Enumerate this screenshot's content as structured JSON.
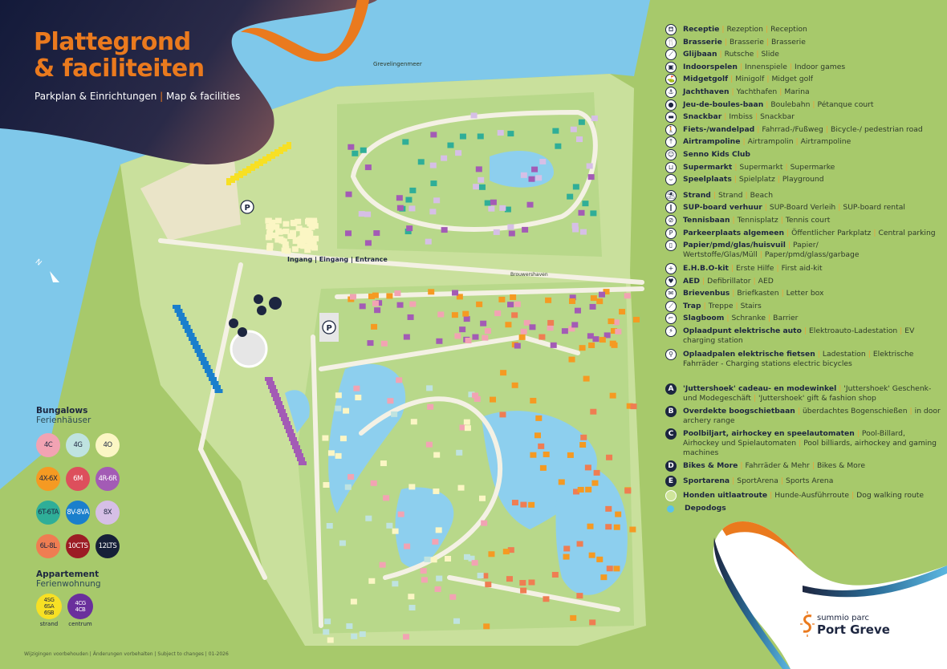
{
  "header": {
    "title_line1": "Plattegrond",
    "title_line2": "& faciliteiten",
    "subtitle_de": "Parkplan & Einrichtungen",
    "subtitle_en": "Map & facilities"
  },
  "colors": {
    "water": "#7fc8ea",
    "land": "#a7c96b",
    "park": "#c9e09c",
    "navy": "#1d2640",
    "orange": "#ea7a1e",
    "lake": "#8dcfee"
  },
  "map_labels": {
    "lake": "Grevelingenmeer",
    "entrance": "Ingang | Eingang | Entrance",
    "direction": "Brouwershaven"
  },
  "facilities": [
    {
      "icon": "reception-icon",
      "glyph": "⛾",
      "nl": "Receptie",
      "de": "Rezeption",
      "en": "Reception"
    },
    {
      "icon": "cutlery-icon",
      "glyph": "🍴",
      "nl": "Brasserie",
      "de": "Brasserie",
      "en": "Brasserie"
    },
    {
      "icon": "slide-icon",
      "glyph": "⟋",
      "nl": "Glijbaan",
      "de": "Rutsche",
      "en": "Slide"
    },
    {
      "icon": "indoor-games-icon",
      "glyph": "▣",
      "nl": "Indoorspelen",
      "de": "Innenspiele",
      "en": "Indoor games"
    },
    {
      "icon": "midget-golf-icon",
      "glyph": "⛳",
      "nl": "Midgetgolf",
      "de": "Minigolf",
      "en": "Midget golf"
    },
    {
      "icon": "anchor-icon",
      "glyph": "⚓",
      "nl": "Jachthaven",
      "de": "Yachthafen",
      "en": "Marina"
    },
    {
      "icon": "petanque-icon",
      "glyph": "●",
      "nl": "Jeu-de-boules-baan",
      "de": "Boulebahn",
      "en": "Pétanque court"
    },
    {
      "icon": "snackbar-icon",
      "glyph": "▬",
      "nl": "Snackbar",
      "de": "Imbiss",
      "en": "Snackbar"
    },
    {
      "icon": "pedestrian-icon",
      "glyph": "🚶",
      "nl": "Fiets-/wandelpad",
      "de": "Fahrrad-/Fußweg",
      "en": "Bicycle-/ pedestrian road"
    },
    {
      "icon": "trampoline-icon",
      "glyph": "⤒",
      "nl": "Airtrampoline",
      "de": "Airtrampolin",
      "en": "Airtrampoline"
    },
    {
      "icon": "kids-club-icon",
      "glyph": "☺",
      "nl": "Senno Kids Club",
      "de": "",
      "en": ""
    },
    {
      "icon": "basket-icon",
      "glyph": "⊔",
      "nl": "Supermarkt",
      "de": "Supermarkt",
      "en": "Supermarke"
    },
    {
      "icon": "playground-icon",
      "glyph": "⌣",
      "nl": "Speelplaats",
      "de": "Spielplatz",
      "en": "Playground",
      "gap": true
    },
    {
      "icon": "beach-icon",
      "glyph": "⛱",
      "nl": "Strand",
      "de": "Strand",
      "en": "Beach"
    },
    {
      "icon": "sup-board-icon",
      "glyph": "❙",
      "nl": "SUP-board verhuur",
      "de": "SUP-Board Verleih",
      "en": "SUP-board rental"
    },
    {
      "icon": "tennis-icon",
      "glyph": "⊘",
      "nl": "Tennisbaan",
      "de": "Tennisplatz",
      "en": "Tennis court"
    },
    {
      "icon": "parking-icon",
      "glyph": "P",
      "nl": "Parkeerplaats algemeen",
      "de": "Öffentlicher Parkplatz",
      "en": "Central parking"
    },
    {
      "icon": "waste-bin-icon",
      "glyph": "▯",
      "nl": "Papier/pmd/glas/huisvuil",
      "de": "Papier/ Wertstoffe/Glas/Müll",
      "en": "Paper/pmd/glass/garbage",
      "gap": true
    },
    {
      "icon": "first-aid-icon",
      "glyph": "+",
      "nl": "E.H.B.O-kit",
      "de": "Erste Hilfe",
      "en": "First aid-kit"
    },
    {
      "icon": "aed-icon",
      "glyph": "♥",
      "nl": "AED",
      "de": "Defibrillator",
      "en": "AED"
    },
    {
      "icon": "mailbox-icon",
      "glyph": "✉",
      "nl": "Brievenbus",
      "de": "Briefkasten",
      "en": "Letter box"
    },
    {
      "icon": "stairs-icon",
      "glyph": "⟋",
      "nl": "Trap",
      "de": "Treppe",
      "en": "Stairs"
    },
    {
      "icon": "barrier-icon",
      "glyph": "⌐",
      "nl": "Slagboom",
      "de": "Schranke",
      "en": "Barrier"
    },
    {
      "icon": "ev-charging-icon",
      "glyph": "⚡",
      "nl": "Oplaadpunt elektrische auto",
      "de": "Elektroauto-Ladestation",
      "en": "EV charging station",
      "gap": true
    },
    {
      "icon": "ebike-charging-icon",
      "glyph": "⚲",
      "nl": "Oplaadpalen elektrische fietsen",
      "de": "Ladestation",
      "en": "Elektrische Fahrräder - Charging stations electric bicycles",
      "gap": true
    }
  ],
  "lettered": [
    {
      "letter": "A",
      "nl": "'Juttershoek' cadeau- en modewinkel",
      "de": "'Juttershoek' Geschenk- und Modegeschäft",
      "en": "'Juttershoek' gift & fashion shop"
    },
    {
      "letter": "B",
      "nl": "Overdekte boogschietbaan",
      "de": "überdachtes Bogenschießen",
      "en": "in  door archery range"
    },
    {
      "letter": "C",
      "nl": "Poolbiljart, airhockey en speelautomaten",
      "de": "Pool-Billard, Airhockey und Spielautomaten",
      "en": "Pool billiards, airhockey and gaming machines"
    },
    {
      "letter": "D",
      "nl": "Bikes & More",
      "de": "Fahrräder & Mehr",
      "en": "Bikes & More"
    },
    {
      "letter": "E",
      "nl": "Sportarena",
      "de": "SportArena",
      "en": "Sports Arena"
    }
  ],
  "extra": [
    {
      "icon": "dog-walk-icon",
      "nl": "Honden uitlaatroute",
      "de": "Hunde-Ausführroute",
      "en": "Dog walking route"
    },
    {
      "icon": "depodog-icon",
      "nl": "Depodogs",
      "de": "",
      "en": ""
    }
  ],
  "bungalows": {
    "title": "Bungalows",
    "subtitle": "Ferienhäuser",
    "types": [
      {
        "label": "4C",
        "color": "#f2a3b3",
        "text": "#1d2640"
      },
      {
        "label": "4G",
        "color": "#bfe3e0",
        "text": "#1d2640"
      },
      {
        "label": "4O",
        "color": "#fbf6c4",
        "text": "#1d2640"
      },
      {
        "label": "4X-6X",
        "color": "#f59a22",
        "text": "#1d2640"
      },
      {
        "label": "6M",
        "color": "#dd4f5c",
        "text": "#ffffff"
      },
      {
        "label": "4R-6R",
        "color": "#a35bb5",
        "text": "#ffffff"
      },
      {
        "label": "6T-6TA",
        "color": "#2fae98",
        "text": "#1d2640"
      },
      {
        "label": "8V-8VA",
        "color": "#1a7fcc",
        "text": "#ffffff"
      },
      {
        "label": "8X",
        "color": "#d6bfe6",
        "text": "#1d2640"
      },
      {
        "label": "6L-8L",
        "color": "#ef7d52",
        "text": "#1d2640"
      },
      {
        "label": "10CTS",
        "color": "#9c1c24",
        "text": "#ffffff"
      },
      {
        "label": "12LTS",
        "color": "#162038",
        "text": "#ffffff"
      }
    ]
  },
  "apartments": {
    "title": "Appartement",
    "subtitle": "Ferienwohnung",
    "types": [
      {
        "label": "4SG 6SA 6SB",
        "color": "#f7e024",
        "text": "#1d2640",
        "caption": "strand"
      },
      {
        "label": "4CG 4CB",
        "color": "#6a2f9c",
        "text": "#ffffff",
        "caption": "centrum"
      }
    ]
  },
  "footer": "Wijzigingen voorbehouden | Änderungen vorbehalten | Subject to changes | 01-2026",
  "brand": {
    "line1": "summio parc",
    "line2": "Port Greve"
  }
}
